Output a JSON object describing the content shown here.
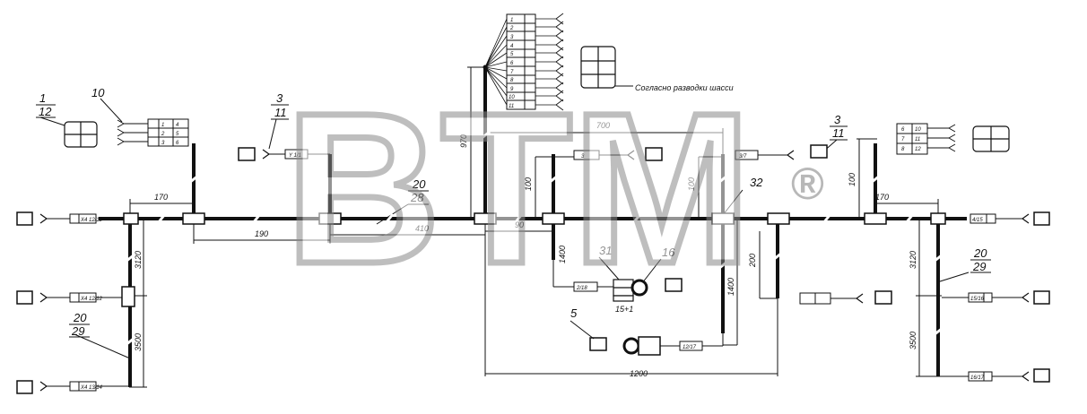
{
  "watermark": {
    "text": "BTM",
    "mark": "®"
  },
  "note": "Согласно разводки шасси",
  "dimensions": {
    "d170_left": "170",
    "d190": "190",
    "d410": "410",
    "d90": "90",
    "d970": "970",
    "d700": "700",
    "d100_a": "100",
    "d100_b": "100",
    "d100_c": "100",
    "d1400_a": "1400",
    "d1400_b": "1400",
    "d1200": "1200",
    "d200": "200",
    "d3120_left": "3120",
    "d3500_left": "3500",
    "d3120_right": "3120",
    "d3500_right": "3500",
    "d170_right": "170",
    "d15p1": "15+1"
  },
  "labels": {
    "l1": "1",
    "l12": "12",
    "l10": "10",
    "l3_left": "3",
    "l11_left": "11",
    "l20_center": "20",
    "l28": "28",
    "l3_right": "3",
    "l11_right": "11",
    "l32": "32",
    "l31": "31",
    "l16": "16",
    "l5": "5",
    "l20_left": "20",
    "l29_left": "29",
    "l20_right": "20",
    "l29_right": "29"
  },
  "connectors": {
    "c_left_main": "X4 12/12",
    "c_left_mid": "X4 12/12",
    "c_left_bottom": "X4 13/14",
    "c_sensor_left": "Y 1/1",
    "c_top_3": "3",
    "c_right_37": "3/7",
    "c_right_main": "4/15",
    "c_right_mid": "15/16",
    "c_right_bottom": "16/17",
    "c_bottom_mid": "2/18",
    "c_bottom_low": "12/17",
    "block_left": [
      "1",
      "2",
      "3",
      "4",
      "5",
      "6"
    ],
    "block_right": [
      "6",
      "10",
      "7",
      "11",
      "8",
      "12"
    ],
    "block_top": [
      "1",
      "2",
      "3",
      "4",
      "5",
      "6",
      "7",
      "8",
      "9",
      "10",
      "11"
    ]
  }
}
